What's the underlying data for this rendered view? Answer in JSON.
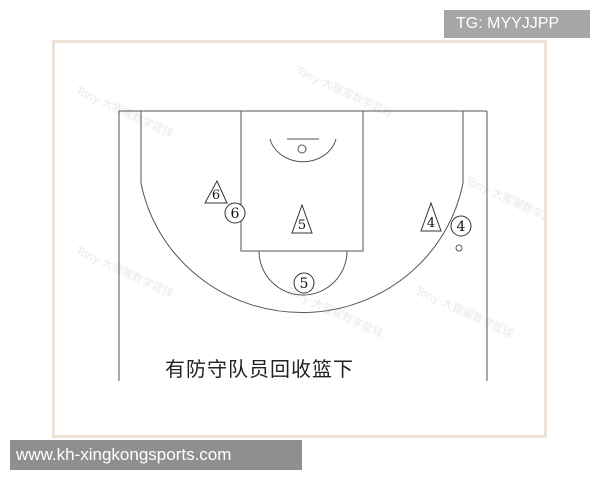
{
  "tag": {
    "text": "TG: MYYJJPP"
  },
  "diagram": {
    "caption": "有防守队员回收篮下",
    "offense": [
      "4",
      "5",
      "6"
    ],
    "defense": [
      "4",
      "5",
      "6"
    ],
    "watermark": "Tony-大猩猩数学篮球"
  },
  "footer": {
    "url": "www.kh-xingkongsports.com"
  },
  "colors": {
    "line": "#555555",
    "frame": "#efe3d6",
    "tag_bg": "#a6a6a6",
    "url_bg": "#8f8f8f"
  }
}
